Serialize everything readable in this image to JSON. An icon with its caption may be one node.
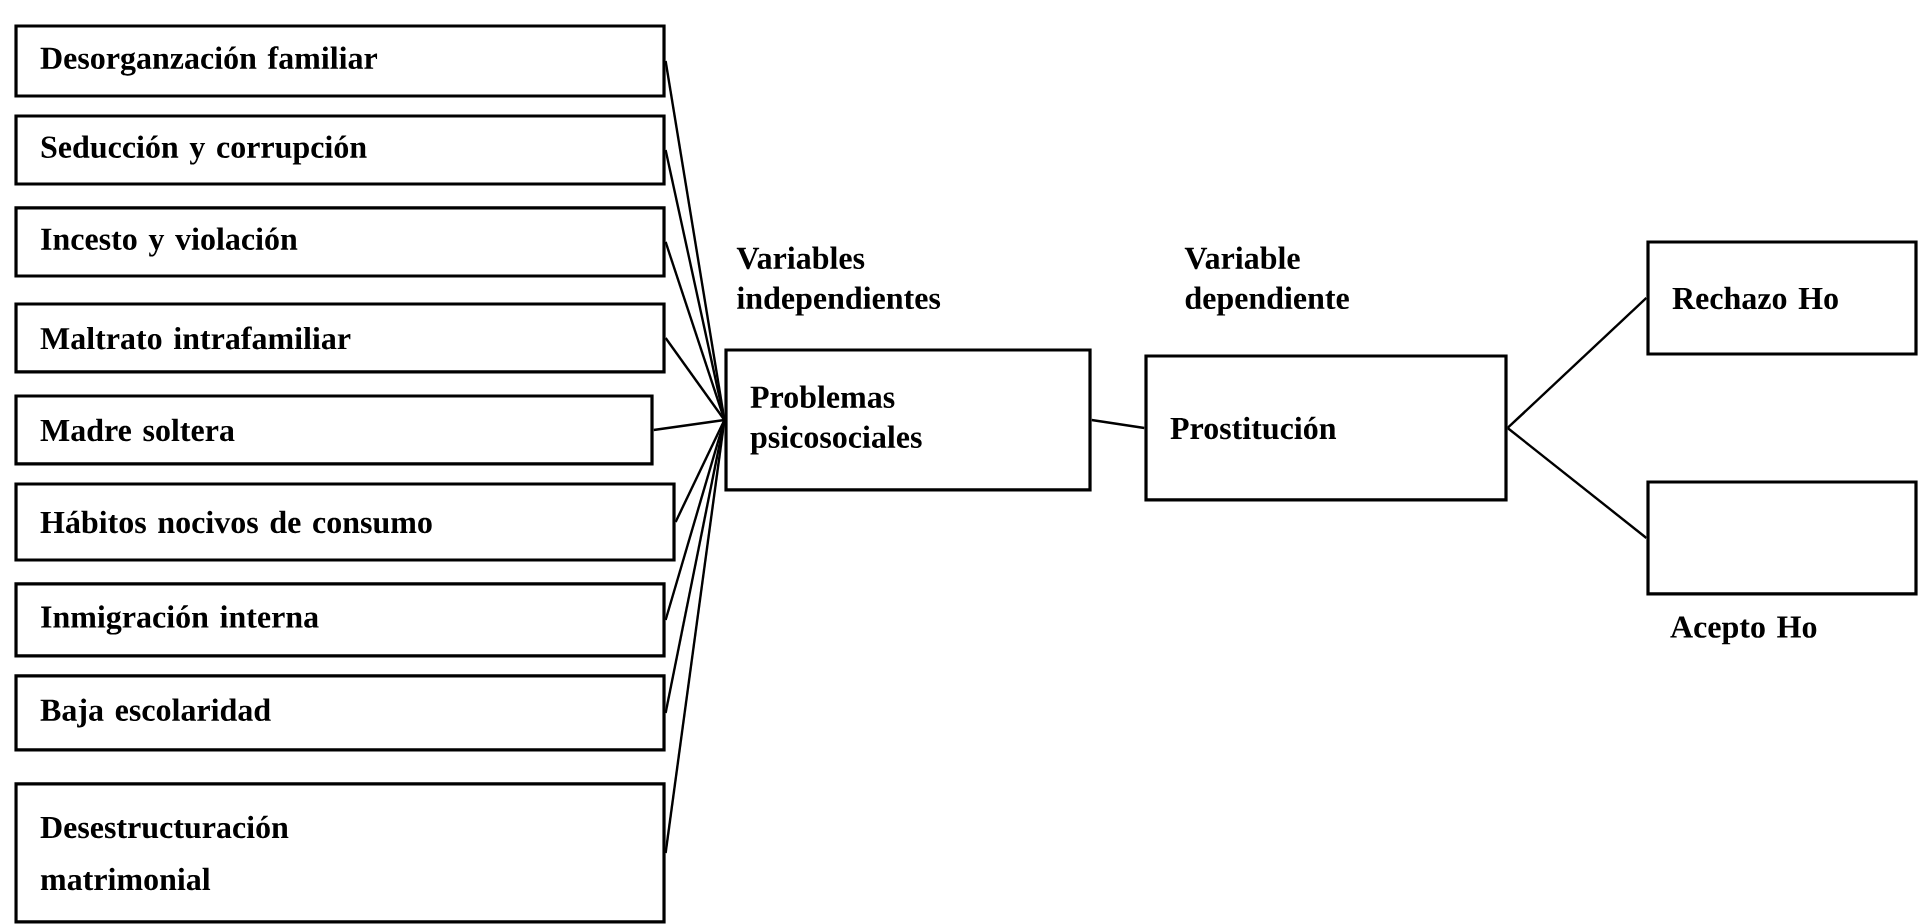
{
  "diagram": {
    "nodes": [
      {
        "text": [
          "Desorganzación familiar"
        ]
      },
      {
        "text": [
          "Seducción y corrupción"
        ]
      },
      {
        "text": [
          "Incesto y violación"
        ]
      },
      {
        "text": [
          "Maltrato intrafamiliar"
        ]
      },
      {
        "text": [
          "Madre soltera"
        ]
      },
      {
        "text": [
          "Hábitos nocivos de consumo"
        ]
      },
      {
        "text": [
          "Inmigración interna"
        ]
      },
      {
        "text": [
          "Baja escolaridad"
        ]
      },
      {
        "text": [
          "Desestructuración matrimonial"
        ]
      },
      {
        "text": [
          "Problemas psicosociales"
        ],
        "beside": [
          "Variables independientes"
        ]
      },
      {
        "text": [
          "Prostitución"
        ],
        "beside": [
          "Variable dependiente"
        ]
      },
      {
        "text": [
          "Rechazo Ho"
        ]
      },
      {
        "text": [],
        "shape": "box",
        "beside": [
          "Acepto Ho"
        ]
      }
    ],
    "edges": [
      {
        "from": 0,
        "to": 9,
        "arrow": "none"
      },
      {
        "from": 1,
        "to": 9,
        "arrow": "none"
      },
      {
        "from": 2,
        "to": 9,
        "arrow": "none"
      },
      {
        "from": 3,
        "to": 9,
        "arrow": "none"
      },
      {
        "from": 4,
        "to": 9,
        "arrow": "none"
      },
      {
        "from": 5,
        "to": 9,
        "arrow": "none"
      },
      {
        "from": 6,
        "to": 9,
        "arrow": "none"
      },
      {
        "from": 7,
        "to": 9,
        "arrow": "none"
      },
      {
        "from": 8,
        "to": 9,
        "arrow": "none"
      },
      {
        "from": 9,
        "to": 10,
        "arrow": "none"
      },
      {
        "from": 10,
        "to": 11,
        "arrow": "none"
      },
      {
        "from": 10,
        "to": 12,
        "arrow": "none"
      }
    ]
  }
}
